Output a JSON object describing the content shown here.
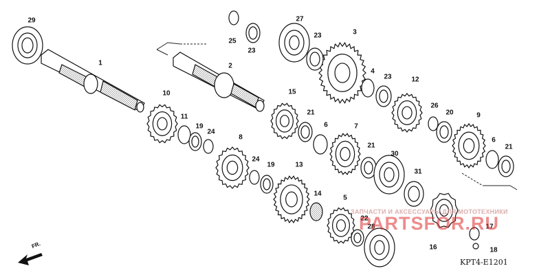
{
  "diagram_code": "KPT4-E1201",
  "direction_label": "FR.",
  "watermark": {
    "line1": "ЗАПЧАСТИ И АКСЕССУАРЫ ДЛЯ МОТОТЕХНИКИ",
    "line2": "PARTSFOR.RU"
  },
  "callouts": {
    "c1": "1",
    "c2": "2",
    "c3": "3",
    "c4": "4",
    "c5": "5",
    "c6a": "6",
    "c6b": "6",
    "c7": "7",
    "c8": "8",
    "c9": "9",
    "c10": "10",
    "c11": "11",
    "c12": "12",
    "c13": "13",
    "c14": "14",
    "c15": "15",
    "c16": "16",
    "c17": "17",
    "c18": "18",
    "c19a": "19",
    "c19b": "19",
    "c20": "20",
    "c21a": "21",
    "c21b": "21",
    "c21c": "21",
    "c22": "22",
    "c23a": "23",
    "c23b": "23",
    "c23c": "23",
    "c24a": "24",
    "c24b": "24",
    "c25": "25",
    "c26": "26",
    "c27": "27",
    "c28": "28",
    "c29": "29",
    "c30": "30",
    "c31": "31"
  }
}
